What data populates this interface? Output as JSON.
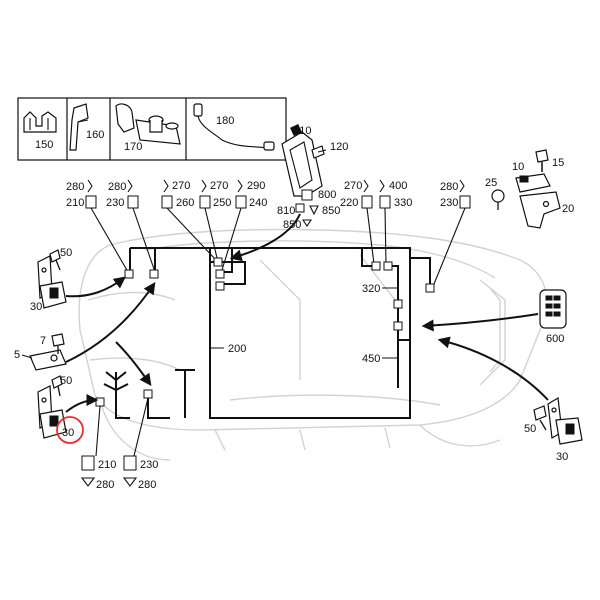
{
  "accent_color": "#e03030",
  "inset_parts": [
    {
      "label": "150",
      "icon": "clip-icon"
    },
    {
      "label": "160",
      "icon": "bracket-icon"
    },
    {
      "label": "170",
      "icon": "grommet-icon"
    },
    {
      "label": "180",
      "icon": "cable-icon"
    }
  ],
  "labels": {
    "l110": "110",
    "l120": "120",
    "l800": "800",
    "l810": "810",
    "l850": "850",
    "l850b": "850",
    "l10": "10",
    "l15": "15",
    "l25": "25",
    "l20": "20",
    "g1a": "280",
    "g1b": "210",
    "g2a": "280",
    "g2b": "230",
    "g3a": "270",
    "g3b": "260",
    "g4a": "270",
    "g4b": "250",
    "g5a": "290",
    "g5b": "240",
    "g6a": "270",
    "g6b": "220",
    "g7a": "400",
    "g7b": "330",
    "g8a": "280",
    "g8b": "230",
    "l50a": "50",
    "l30a": "30",
    "l7": "7",
    "l5": "5",
    "l50b": "50",
    "l30b": "30",
    "l200": "200",
    "l320": "320",
    "l450": "450",
    "l600": "600",
    "l50c": "50",
    "l30c": "30",
    "b1a": "210",
    "b1b": "280",
    "b2a": "230",
    "b2b": "280"
  }
}
